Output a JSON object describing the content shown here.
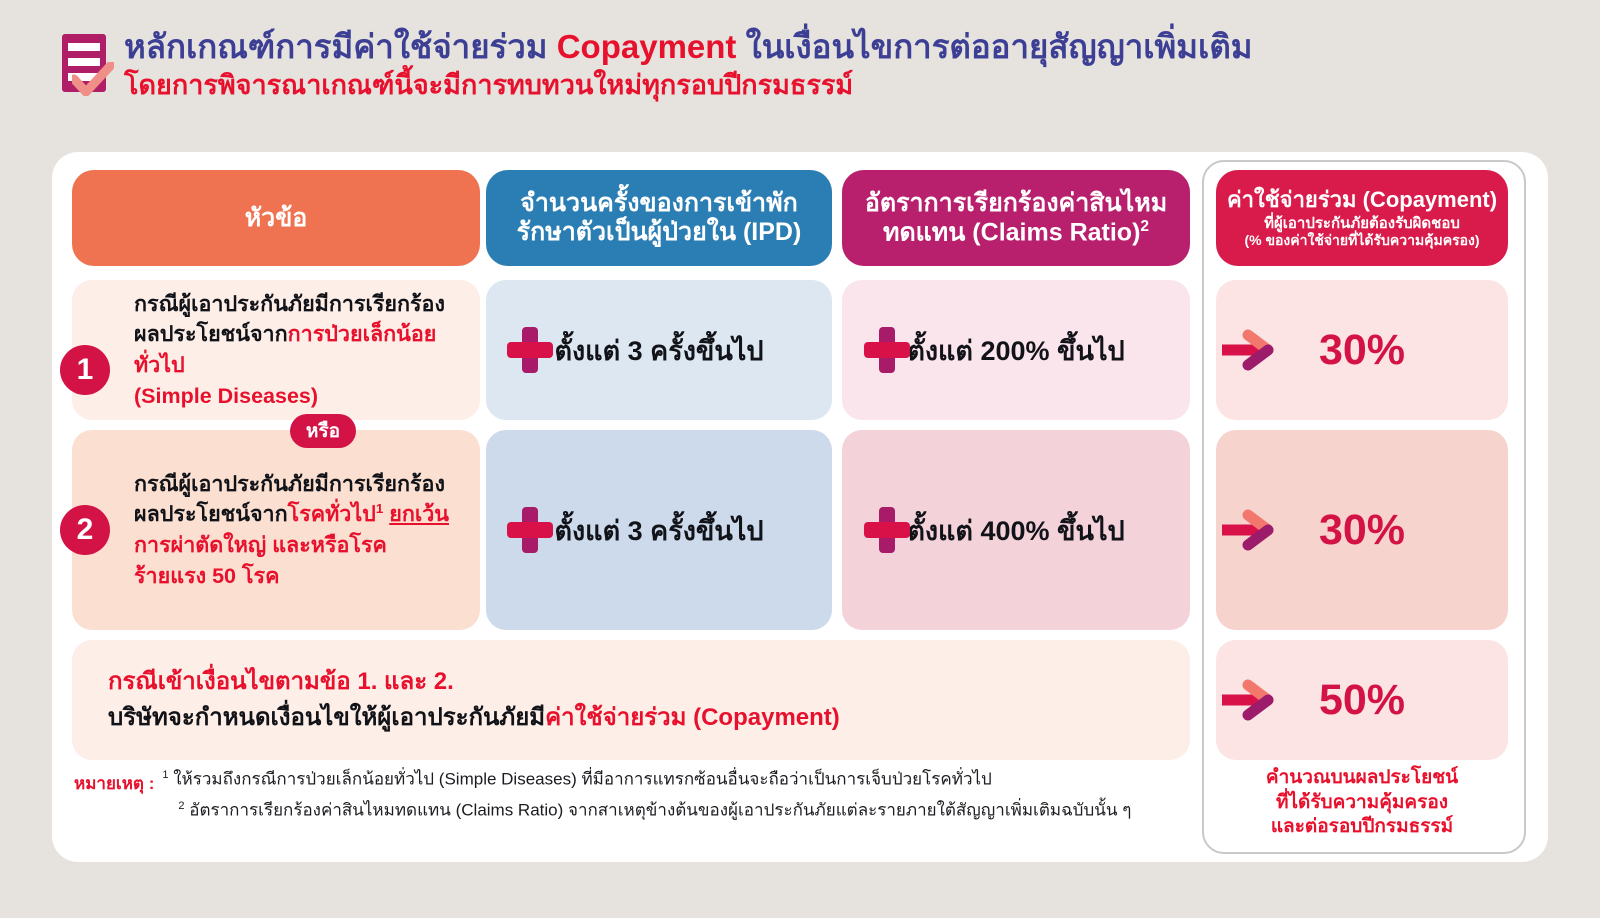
{
  "header": {
    "icon": "clipboard-check-icon",
    "title_pre": "หลักเกณฑ์การมีค่าใช้จ่ายร่วม ",
    "title_en": "Copayment",
    "title_post": " ในเงื่อนไขการต่ออายุสัญญาเพิ่มเติม",
    "subtitle": "โดยการพิจารณาเกณฑ์นี้จะมีการทบทวนใหม่ทุกรอบปีกรมธรรม์"
  },
  "columns": {
    "topic": {
      "label": "หัวข้อ",
      "color": "#ef7350"
    },
    "ipd": {
      "line1": "จำนวนครั้งของการเข้าพัก",
      "line2": "รักษาตัวเป็นผู้ป่วยใน (IPD)",
      "color": "#2b7eb3"
    },
    "claims": {
      "line1": "อัตราการเรียกร้องค่าสินไหม",
      "line2": "ทดแทน (Claims Ratio)",
      "sup": "2",
      "color": "#b8206e"
    },
    "result": {
      "line1": "ค่าใช้จ่ายร่วม  (Copayment)",
      "line2": "ที่ผู้เอาประกันภัยต้องรับผิดชอบ",
      "line3": "(% ของค่าใช้จ่ายที่ได้รับความคุ้มครอง)",
      "color": "#d81b4a"
    }
  },
  "or_badge": "หรือ",
  "rows": [
    {
      "number": "1",
      "topic_l1": "กรณีผู้เอาประกันภัยมีการเรียกร้อง",
      "topic_l2_plain": "ผลประโยชน์จาก",
      "topic_l2_red": "การป่วยเล็กน้อยทั่วไป",
      "topic_l3_red": "(Simple Diseases)",
      "ipd": "ตั้งแต่ 3 ครั้งขึ้นไป",
      "claims": "ตั้งแต่ 200% ขึ้นไป",
      "result": "30%"
    },
    {
      "number": "2",
      "topic_l1": "กรณีผู้เอาประกันภัยมีการเรียกร้อง",
      "topic_l2_plain": "ผลประโยชน์จาก",
      "topic_l2_red": "โรคทั่วไป",
      "topic_l2_sup": "1",
      "topic_l2_red_u": "ยกเว้น",
      "topic_l3_red": "การผ่าตัดใหญ่  และหรือโรค",
      "topic_l4_red": "ร้ายแรง 50 โรค",
      "ipd": "ตั้งแต่ 3 ครั้งขึ้นไป",
      "claims": "ตั้งแต่ 400% ขึ้นไป",
      "result": "30%"
    }
  ],
  "summary": {
    "line1": "กรณีเข้าเงื่อนไขตามข้อ 1. และ 2.",
    "line2_plain1": "บริษัทจะกำหนดเงื่อนไขให้ผู้เอาประกันภัยมี",
    "line2_red": "ค่าใช้จ่ายร่วม  (Copayment)",
    "result": "50%"
  },
  "notes": {
    "label": "หมายเหตุ :",
    "items": [
      {
        "sup": "1",
        "text": "ให้รวมถึงกรณีการป่วยเล็กน้อยทั่วไป (Simple Diseases) ที่มีอาการแทรกซ้อนอื่นจะถือว่าเป็นการเจ็บป่วยโรคทั่วไป"
      },
      {
        "sup": "2",
        "text": "อัตราการเรียกร้องค่าสินไหมทดแทน (Claims Ratio) จากสาเหตุข้างต้นของผู้เอาประกันภัยแต่ละรายภายใต้สัญญาเพิ่มเติมฉบับนั้น ๆ"
      }
    ]
  },
  "right_caption": {
    "line1": "คำนวณบนผลประโยชน์",
    "line2": "ที่ได้รับความคุ้มครอง",
    "line3": "และต่อรอบปีกรมธรรม์"
  },
  "colors": {
    "background": "#e6e3df",
    "card": "#ffffff",
    "brand_red": "#e8112d",
    "brand_crimson": "#d31245",
    "brand_magenta": "#b8206e",
    "brand_blue": "#2b7eb3",
    "brand_orange": "#ef7350",
    "title_navy": "#3c3f93",
    "arrow_light": "#f2786e",
    "arrow_dark": "#a71b69"
  }
}
